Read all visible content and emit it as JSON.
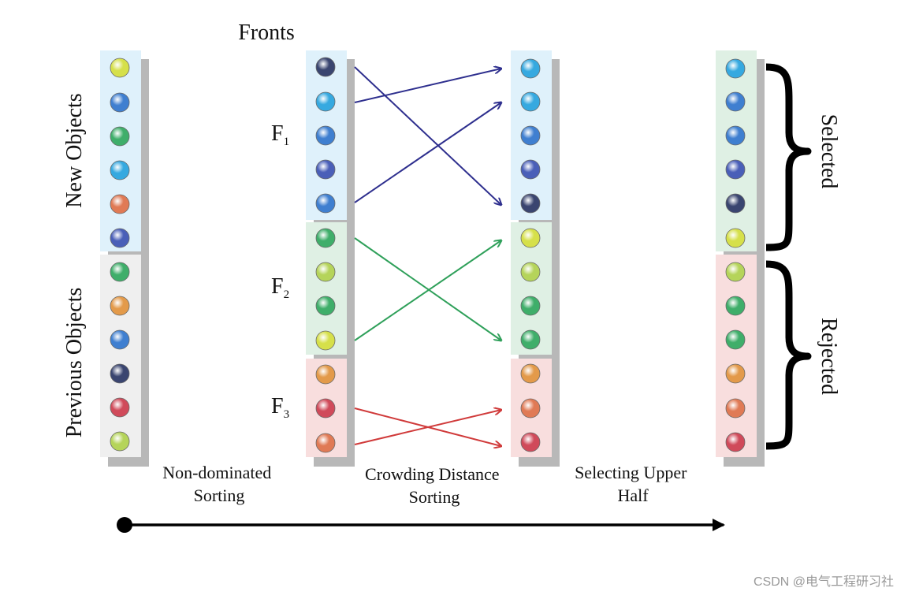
{
  "colors": {
    "yellow": "#d6e04a",
    "lime": "#b5d45a",
    "green": "#3fae6a",
    "cyan": "#36a9e0",
    "blue": "#3f7fd0",
    "indigo": "#4a5fb8",
    "navy": "#3a4570",
    "orange": "#e39a4a",
    "salmon": "#e07a55",
    "red": "#d04a5a",
    "panel_blue": "#dff1fb",
    "panel_green": "#dff0e4",
    "panel_red": "#f8dede",
    "panel_gray": "#efefef",
    "arrow_blue": "#2e2f8e",
    "arrow_green": "#2fa05a",
    "arrow_red": "#d03a3a"
  },
  "title": "Fronts",
  "left_labels": {
    "new_objects": "New Objects",
    "previous_objects": "Previous Objects"
  },
  "front_labels": [
    {
      "main": "F",
      "sub": "1"
    },
    {
      "main": "F",
      "sub": "2"
    },
    {
      "main": "F",
      "sub": "3"
    }
  ],
  "right_labels": {
    "selected": "Selected",
    "rejected": "Rejected"
  },
  "step_labels": {
    "step1": [
      "Non-dominated",
      "Sorting"
    ],
    "step2": [
      "Crowding Distance",
      "Sorting"
    ],
    "step3": [
      "Selecting Upper",
      "Half"
    ]
  },
  "columns": {
    "col1": [
      "yellow",
      "blue",
      "green",
      "cyan",
      "salmon",
      "indigo",
      "green",
      "orange",
      "blue",
      "navy",
      "red",
      "lime"
    ],
    "col2": [
      "navy",
      "cyan",
      "blue",
      "indigo",
      "blue",
      "green",
      "lime",
      "green",
      "yellow",
      "orange",
      "red",
      "salmon"
    ],
    "col3": [
      "cyan",
      "cyan",
      "blue",
      "indigo",
      "navy",
      "yellow",
      "lime",
      "green",
      "green",
      "orange",
      "salmon",
      "red"
    ],
    "col4": [
      "cyan",
      "blue",
      "blue",
      "indigo",
      "navy",
      "yellow",
      "lime",
      "green",
      "green",
      "orange",
      "salmon",
      "red"
    ]
  },
  "watermark": "CSDN @电气工程研习社"
}
